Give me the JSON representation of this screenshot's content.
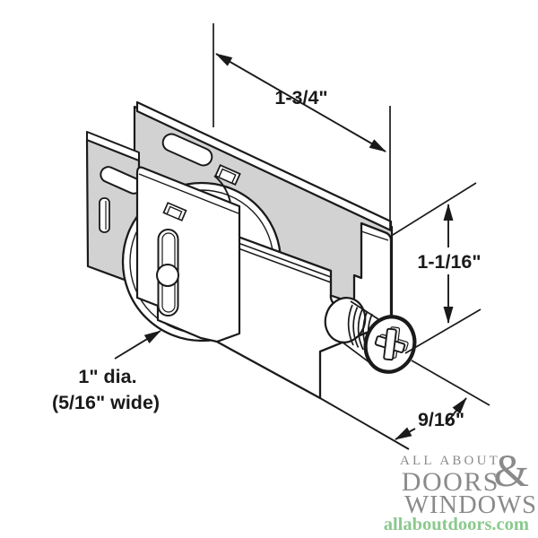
{
  "dimensions": {
    "width_label": "1-3/4\"",
    "height_label": "1-1/16\"",
    "depth_label": "9/16\"",
    "roller_diameter_label": "1\" dia.",
    "roller_width_label": "(5/16\" wide)"
  },
  "logo": {
    "tagline": "ALL ABOUT",
    "ampersand": "&",
    "word1": "DOORS",
    "word2": "WINDOWS",
    "website": "allaboutdoors.com"
  },
  "colors": {
    "line": "#1a1a1a",
    "part_gray": "#d2d2d2",
    "logo_gray": "#8a8a8a",
    "logo_green": "#8bc98e",
    "background": "#ffffff"
  }
}
